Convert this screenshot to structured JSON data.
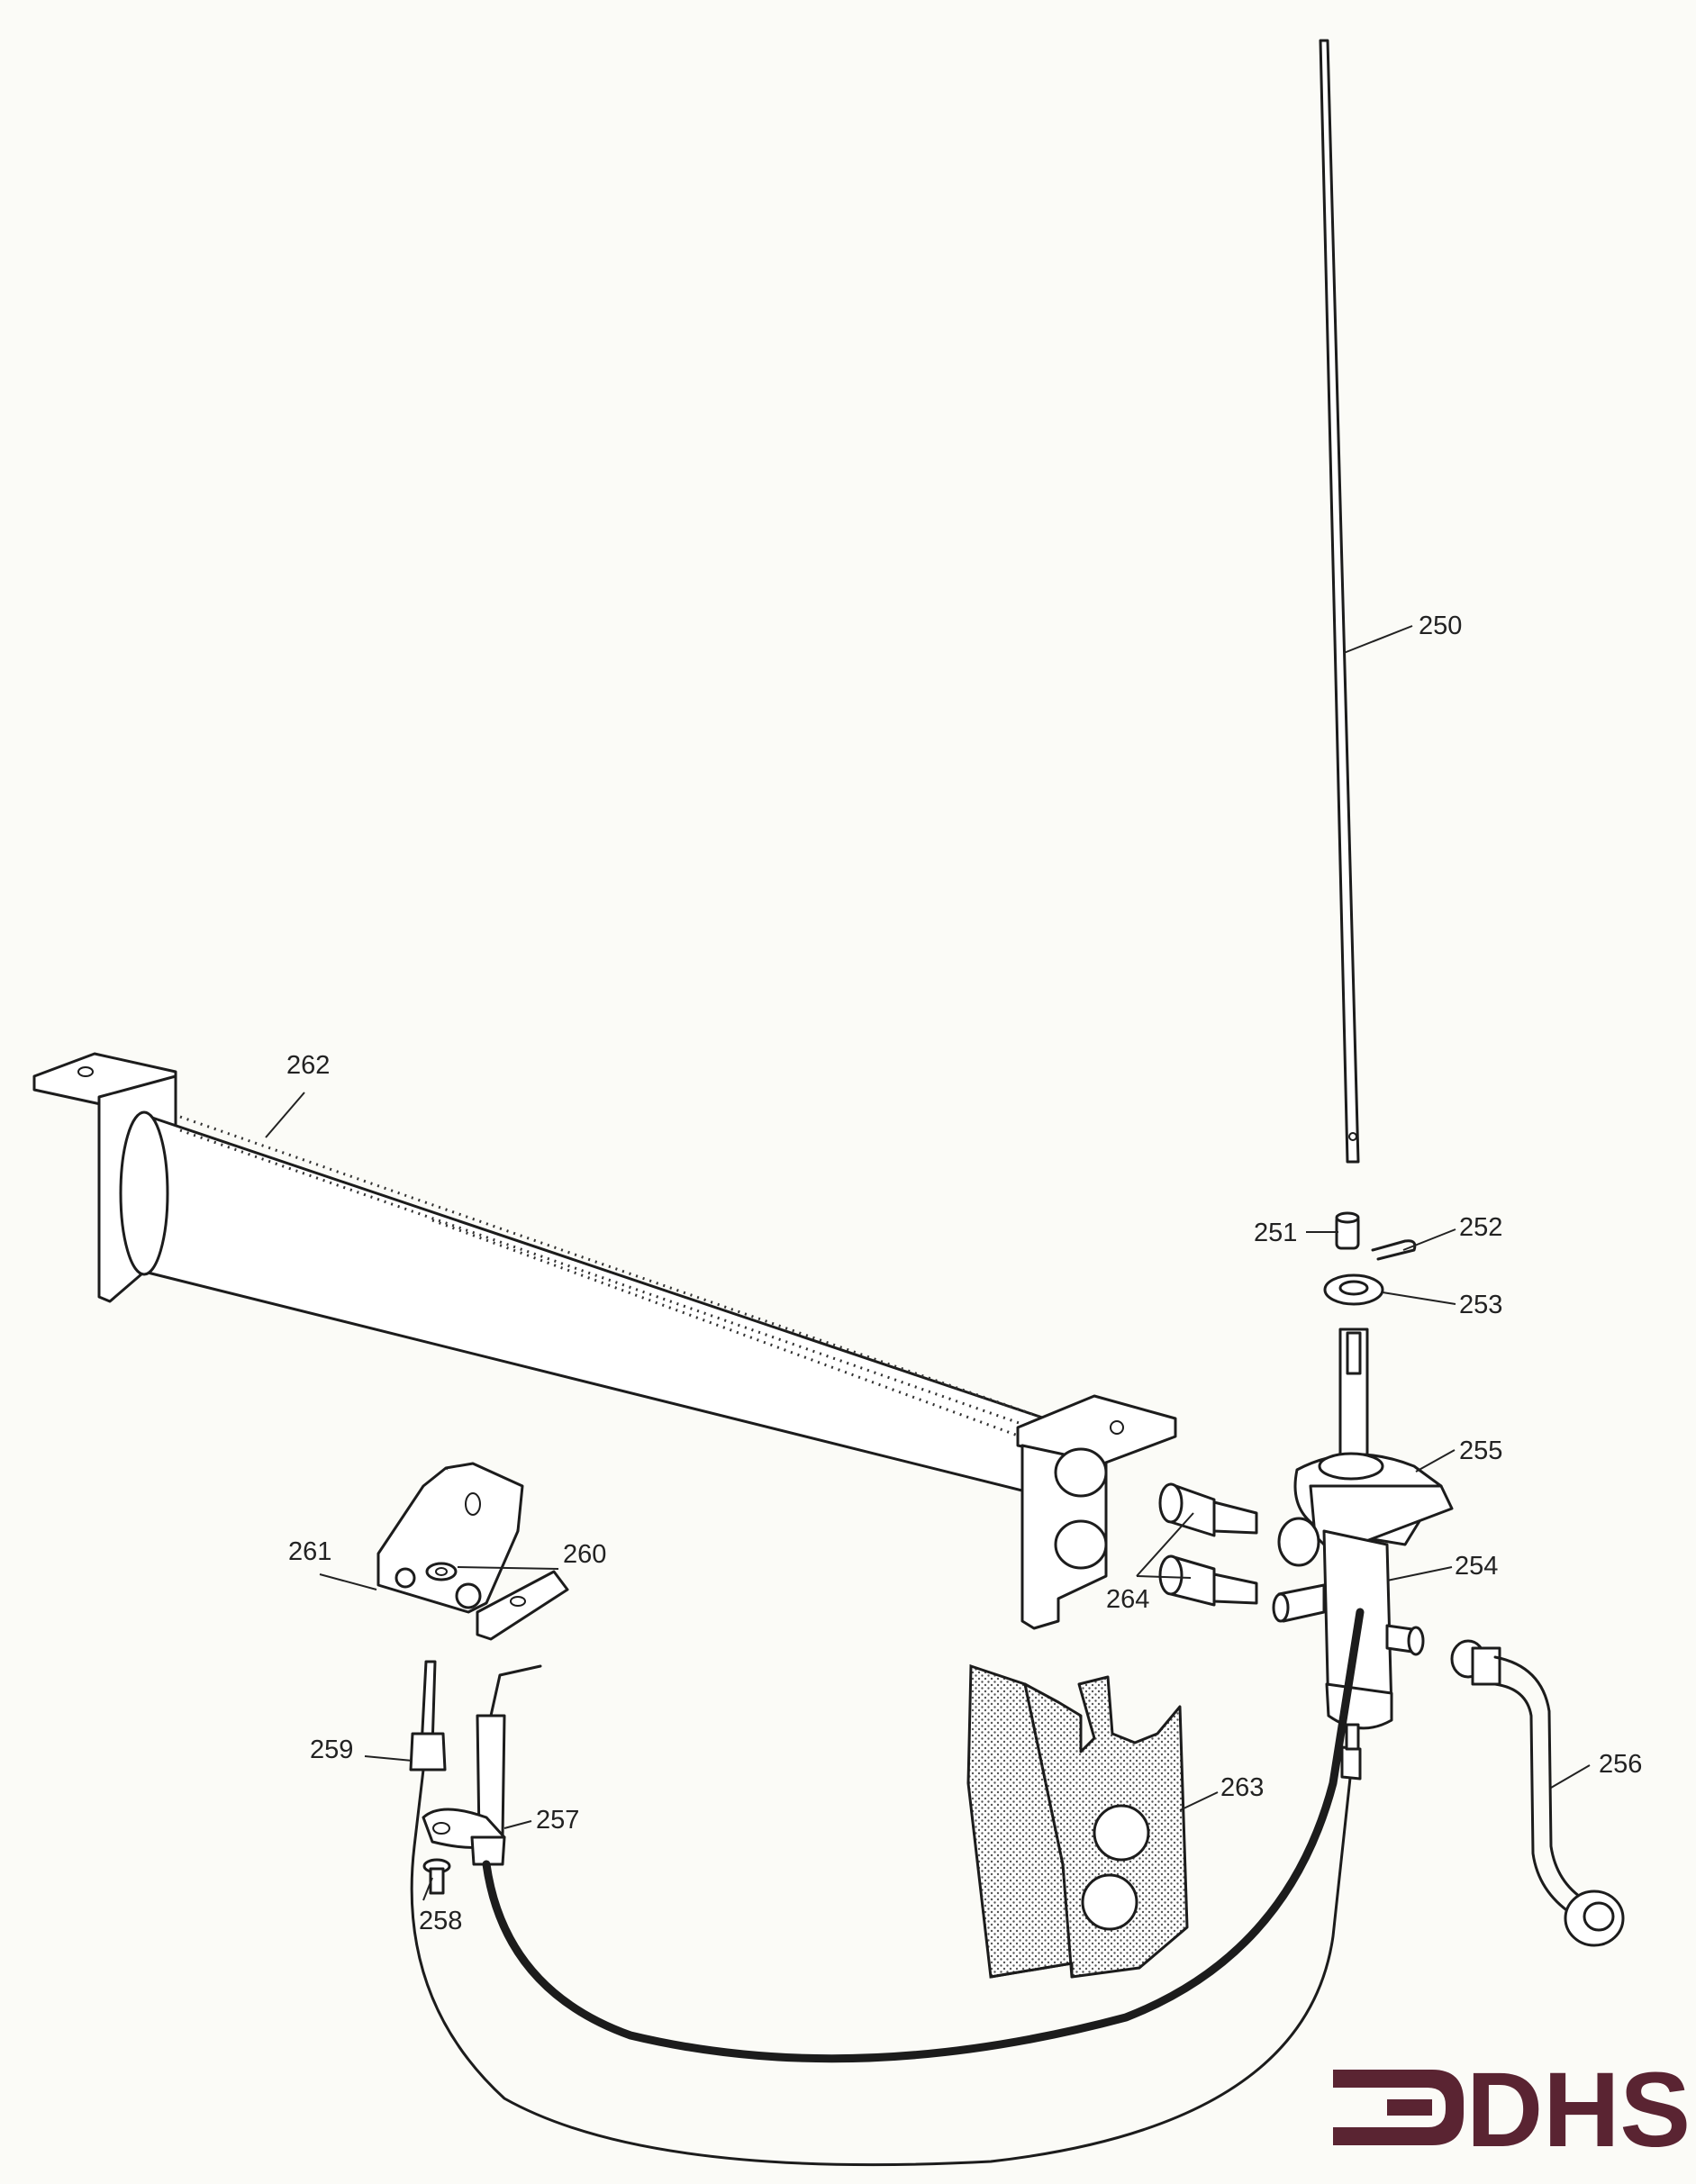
{
  "parts": [
    {
      "id": "250",
      "label": "250"
    },
    {
      "id": "251",
      "label": "251"
    },
    {
      "id": "252",
      "label": "252"
    },
    {
      "id": "253",
      "label": "253"
    },
    {
      "id": "254",
      "label": "254"
    },
    {
      "id": "255",
      "label": "255"
    },
    {
      "id": "256",
      "label": "256"
    },
    {
      "id": "257",
      "label": "257"
    },
    {
      "id": "258",
      "label": "258"
    },
    {
      "id": "259",
      "label": "259"
    },
    {
      "id": "260",
      "label": "260"
    },
    {
      "id": "261",
      "label": "261"
    },
    {
      "id": "262",
      "label": "262"
    },
    {
      "id": "263",
      "label": "263"
    },
    {
      "id": "264",
      "label": "264"
    }
  ],
  "logo": {
    "text": "DHS",
    "color": "#5a2432"
  },
  "colors": {
    "line": "#1c1c1c",
    "background": "#fbfbf7"
  }
}
